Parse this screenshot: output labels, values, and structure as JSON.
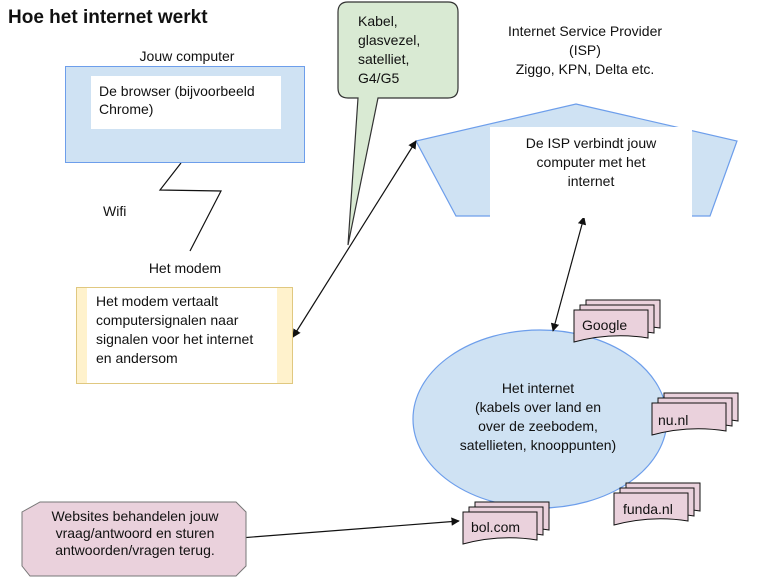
{
  "title": "Hoe het internet werkt",
  "computer": {
    "label": "Jouw computer",
    "browser_text": "De browser (bijvoorbeeld Chrome)"
  },
  "wifi_label": "Wifi",
  "modem": {
    "label": "Het modem",
    "text": "Het modem vertaalt computersignalen naar signalen voor het internet en andersom"
  },
  "bubble": {
    "lines": [
      "Kabel,",
      "glasvezel,",
      "satelliet,",
      "G4/G5"
    ]
  },
  "isp": {
    "title_lines": [
      "Internet Service Provider",
      "(ISP)",
      "Ziggo, KPN, Delta etc."
    ],
    "text_lines": [
      "De ISP verbindt jouw",
      "computer met het",
      "internet"
    ]
  },
  "internet": {
    "lines": [
      "Het internet",
      "(kabels over land en",
      "over de zeebodem,",
      "satellieten, knooppunten)"
    ]
  },
  "websites": {
    "google": "Google",
    "nu": "nu.nl",
    "funda": "funda.nl",
    "bol": "bol.com"
  },
  "websites_note": {
    "lines": [
      "Websites behandelen jouw",
      "vraag/antwoord en sturen",
      "antwoorden/vragen terug."
    ]
  },
  "colors": {
    "blue_fill": "#cfe2f3",
    "blue_stroke": "#6d9eeb",
    "yellow_fill": "#fff2cc",
    "green_fill": "#d9ead3",
    "pink_fill": "#ead1dc"
  }
}
